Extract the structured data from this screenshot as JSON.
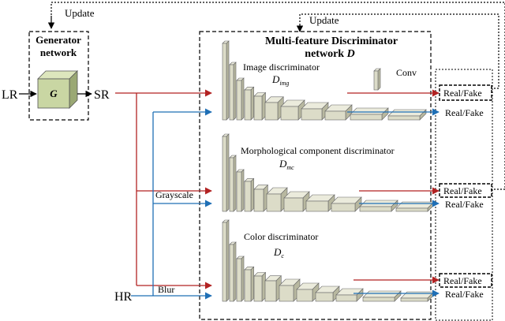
{
  "labels": {
    "update_top": "Update",
    "update_mid": "Update",
    "generator_title": "Generator",
    "generator_title2": "network",
    "generator_symbol": "G",
    "lr": "LR",
    "sr": "SR",
    "hr": "HR",
    "disc_title": "Multi-feature Discriminator",
    "disc_title2": "network ",
    "disc_title_symbol": "D",
    "conv": "Conv",
    "grayscale": "Grayscale",
    "blur": "Blur"
  },
  "discriminators": [
    {
      "name": "Image discriminator",
      "symbol_main": "D",
      "symbol_sub": "img"
    },
    {
      "name": "Morphological component discriminator",
      "symbol_main": "D",
      "symbol_sub": "mc"
    },
    {
      "name": "Color discriminator",
      "symbol_main": "D",
      "symbol_sub": "c"
    }
  ],
  "outputs": [
    "Real/Fake",
    "Real/Fake",
    "Real/Fake",
    "Real/Fake",
    "Real/Fake",
    "Real/Fake"
  ],
  "colors": {
    "red": "#b22222",
    "blue": "#1f6fb5",
    "block_front": "#dcdcc8",
    "block_top": "#ebebdc",
    "block_side": "#b8b8a0",
    "generator_fill": "#c9d6a3"
  }
}
